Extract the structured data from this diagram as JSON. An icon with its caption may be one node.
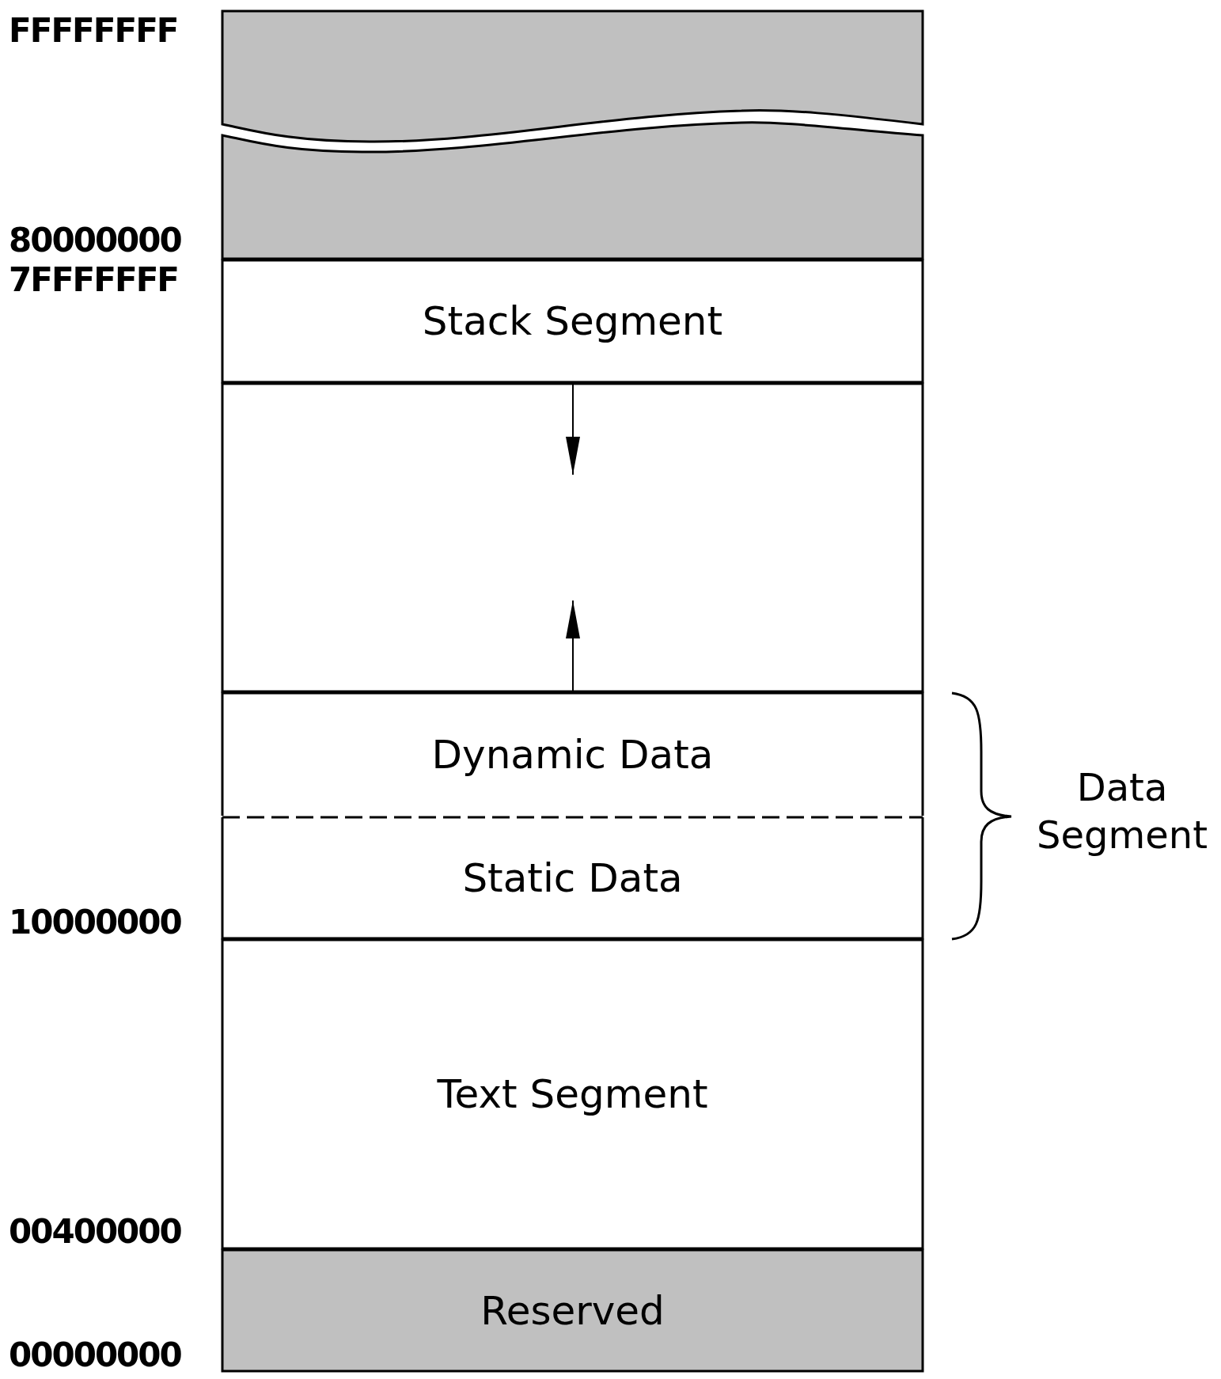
{
  "diagram": {
    "nodes": [
      {
        "text": [],
        "shape": "box"
      },
      {
        "text": [],
        "shape": "box"
      },
      {
        "text": [
          "Stack Segment"
        ]
      },
      {
        "text": [],
        "shape": "box"
      },
      {
        "text": [
          "Dynamic Data"
        ]
      },
      {
        "text": [
          "Static Data"
        ]
      },
      {
        "text": [
          "Text Segment"
        ]
      },
      {
        "text": [
          "Reserved"
        ]
      }
    ],
    "edges": [
      {
        "from": 2,
        "to": 3,
        "arrow": "to"
      },
      {
        "from": 4,
        "to": 3,
        "arrow": "to"
      }
    ],
    "labels": [
      "FFFFFFFF",
      "80000000",
      "7FFFFFFF",
      "10000000",
      "00400000",
      "00000000",
      "Data Segment"
    ]
  }
}
